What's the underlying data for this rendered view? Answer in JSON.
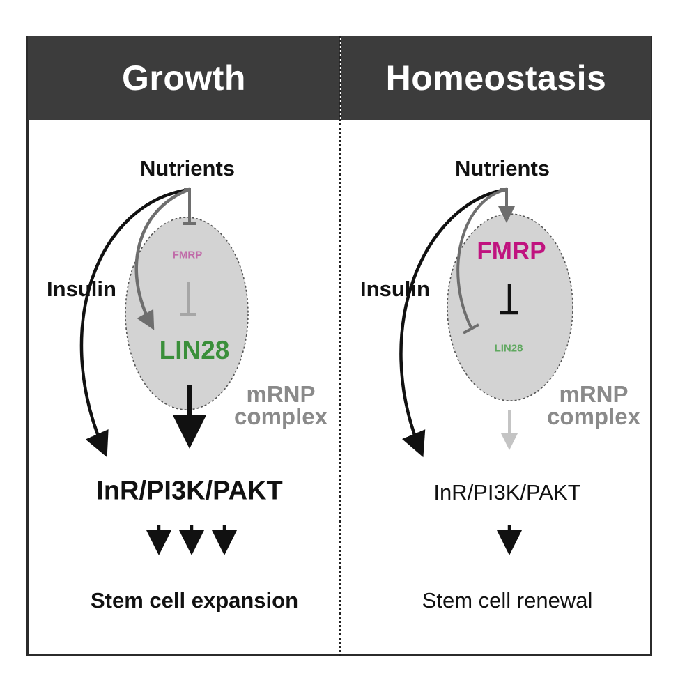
{
  "panels": {
    "left": {
      "title": "Growth",
      "nutrients": "Nutrients",
      "insulin": "Insulin",
      "fmrp": "FMRP",
      "lin28": "LIN28",
      "complex_line1": "mRNP",
      "complex_line2": "complex",
      "pathway": "InR/PI3K/PAKT",
      "outcome": "Stem cell expansion"
    },
    "right": {
      "title": "Homeostasis",
      "nutrients": "Nutrients",
      "insulin": "Insulin",
      "fmrp": "FMRP",
      "lin28": "LIN28",
      "complex_line1": "mRNP",
      "complex_line2": "complex",
      "pathway": "InR/PI3K/PAKT",
      "outcome": "Stem cell renewal"
    }
  },
  "colors": {
    "header_bg": "#3c3c3c",
    "complex_fill": "#d3d3d3",
    "fmrp_magenta": "#c0137f",
    "lin28_green": "#3a8f3a",
    "complex_label_gray": "#8a8a8a"
  }
}
